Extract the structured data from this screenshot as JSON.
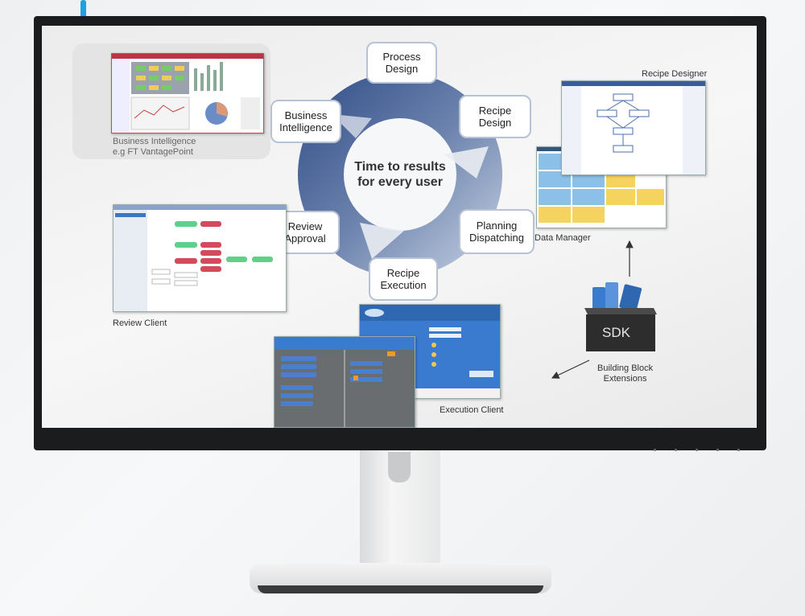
{
  "diagram": {
    "center_text": [
      "Time to results",
      "for every user"
    ],
    "cycle_stages": [
      {
        "key": "process_design",
        "lines": [
          "Process",
          "Design"
        ]
      },
      {
        "key": "recipe_design",
        "lines": [
          "Recipe",
          "Design"
        ]
      },
      {
        "key": "planning_dispatching",
        "lines": [
          "Planning",
          "Dispatching"
        ]
      },
      {
        "key": "recipe_execution",
        "lines": [
          "Recipe",
          "Execution"
        ]
      },
      {
        "key": "review_approval",
        "lines": [
          "Review",
          "Approval"
        ]
      },
      {
        "key": "business_intelligence",
        "lines": [
          "Business",
          "Intelligence"
        ]
      }
    ],
    "captions": {
      "business_intelligence": [
        "Business Intelligence",
        "e.g FT VantagePoint"
      ],
      "recipe_designer": "Recipe Designer",
      "data_manager": "Data Manager",
      "review_client": "Review Client",
      "execution_client": "Execution Client",
      "building_block": [
        "Building Block",
        "Extensions"
      ],
      "sdk": "SDK"
    }
  },
  "colors": {
    "ring_dark": "#2f4c86",
    "ring_light": "#c9d3e4",
    "accent": "#1aa3e0",
    "stage_border": "#b6c2d6"
  }
}
